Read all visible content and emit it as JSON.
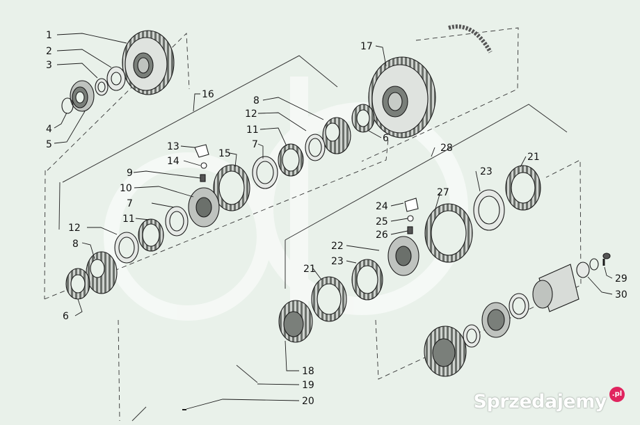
{
  "callouts": [
    "1",
    "2",
    "3",
    "4",
    "5",
    "6",
    "7",
    "8",
    "9",
    "10",
    "11",
    "12",
    "13",
    "14",
    "15",
    "16",
    "17",
    "18",
    "19",
    "20",
    "21",
    "22",
    "23",
    "24",
    "25",
    "26",
    "27",
    "28",
    "29",
    "30"
  ],
  "watermark": {
    "text": "Sprzedajemy",
    "badge": ".pl"
  },
  "colors": {
    "background": "#e9f1ea",
    "line": "#1a1a1a",
    "gear_fill": "#d8dcd8",
    "gear_dark": "#5a5f5a"
  }
}
